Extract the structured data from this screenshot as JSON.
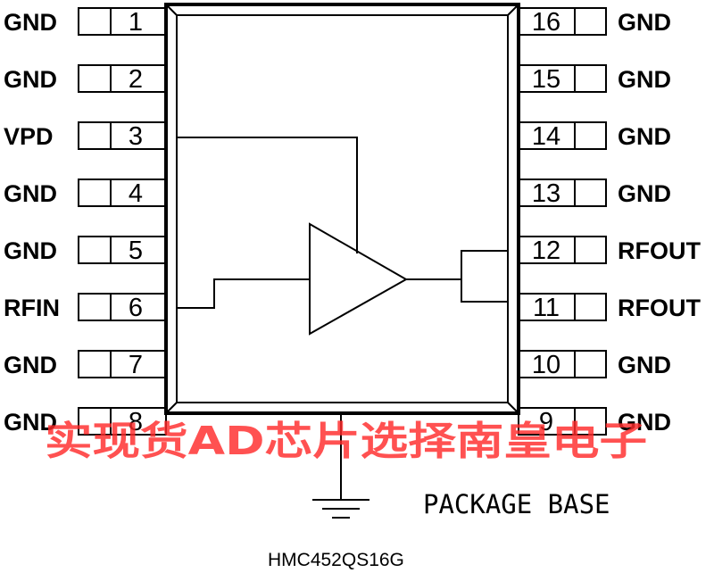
{
  "left_pins": [
    {
      "number": "1",
      "name": "GND"
    },
    {
      "number": "2",
      "name": "GND"
    },
    {
      "number": "3",
      "name": "VPD"
    },
    {
      "number": "4",
      "name": "GND"
    },
    {
      "number": "5",
      "name": "GND"
    },
    {
      "number": "6",
      "name": "RFIN"
    },
    {
      "number": "7",
      "name": "GND"
    },
    {
      "number": "8",
      "name": "GND"
    }
  ],
  "right_pins": [
    {
      "number": "16",
      "name": "GND"
    },
    {
      "number": "15",
      "name": "GND"
    },
    {
      "number": "14",
      "name": "GND"
    },
    {
      "number": "13",
      "name": "GND"
    },
    {
      "number": "12",
      "name": "RFOUT"
    },
    {
      "number": "11",
      "name": "RFOUT"
    },
    {
      "number": "10",
      "name": "GND"
    },
    {
      "number": "9",
      "name": "GND"
    }
  ],
  "package_base_label": "PACKAGE BASE",
  "part_number": "HMC452QS16G",
  "watermark": "实现货AD芯片选择南皇电子",
  "colors": {
    "line": "#000000",
    "watermark": "#ff2b2b",
    "background": "#ffffff"
  }
}
